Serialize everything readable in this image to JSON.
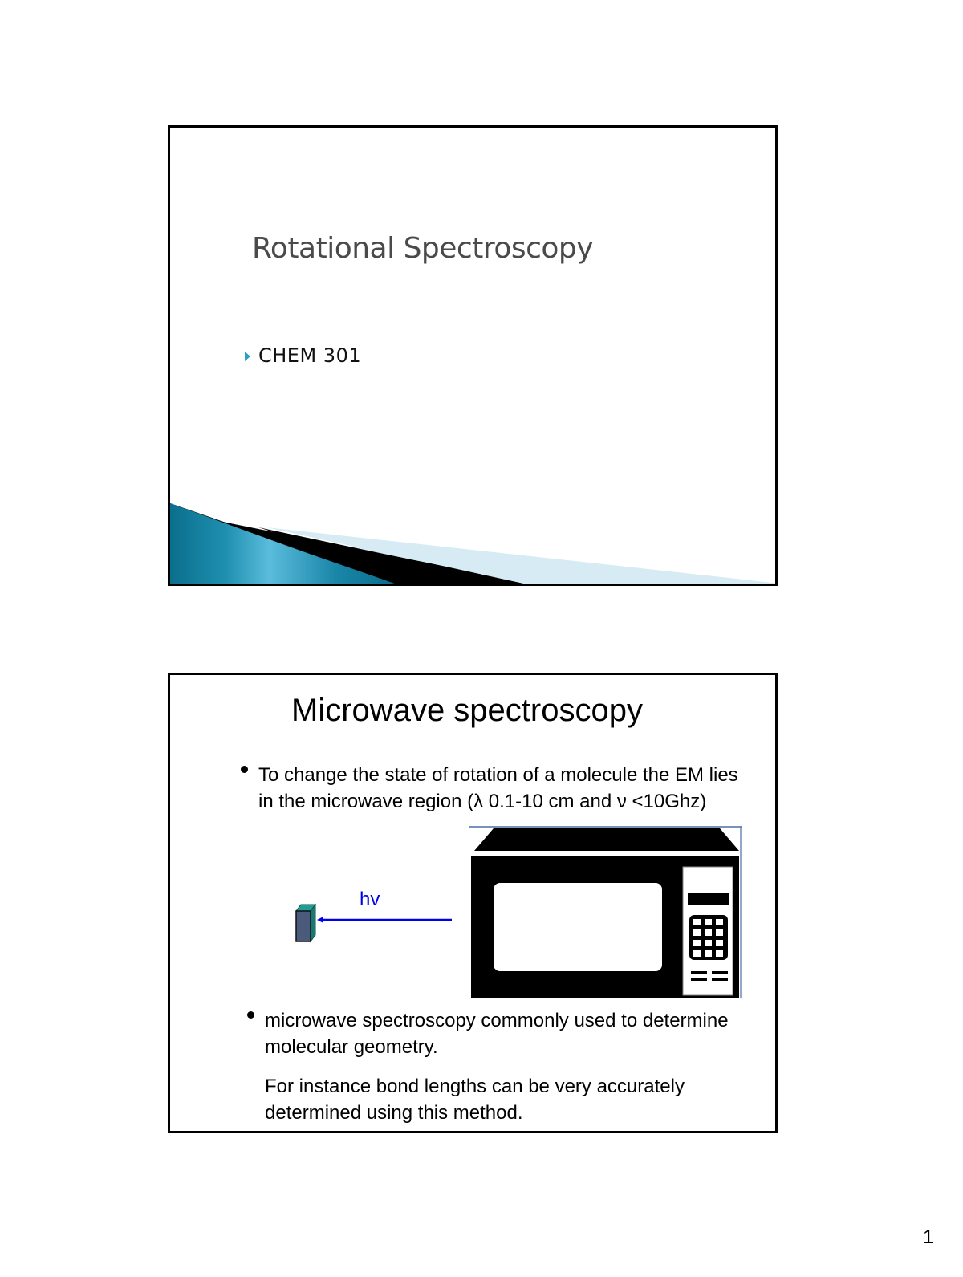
{
  "page": {
    "number": "1"
  },
  "slides": [
    {
      "title": "Rotational Spectroscopy",
      "bullets": [
        {
          "icon": "triangle-bullet-icon",
          "text": "CHEM 301"
        }
      ],
      "colors": {
        "title": "#4a4a4a",
        "bullet_accent": "#2aa0c2",
        "swoosh_dark": "#0a6f8c",
        "swoosh_light": "#5bbcdc",
        "swoosh_pale": "#d6ebf3"
      }
    },
    {
      "title": "Microwave spectroscopy",
      "bullets": [
        {
          "text": "To change the state of rotation of a molecule the EM lies in the microwave region (λ 0.1-10 cm and ν <10Ghz)"
        },
        {
          "text": "microwave spectroscopy commonly used to determine molecular geometry."
        }
      ],
      "paragraph": "For instance bond lengths can be very accurately determined using this method.",
      "figure": {
        "label": "hv",
        "label_color": "#0000ee",
        "arrow_color": "#0000ee",
        "molecule_icon": "molecule-box-icon",
        "appliance_icon": "microwave-oven-icon"
      }
    }
  ]
}
